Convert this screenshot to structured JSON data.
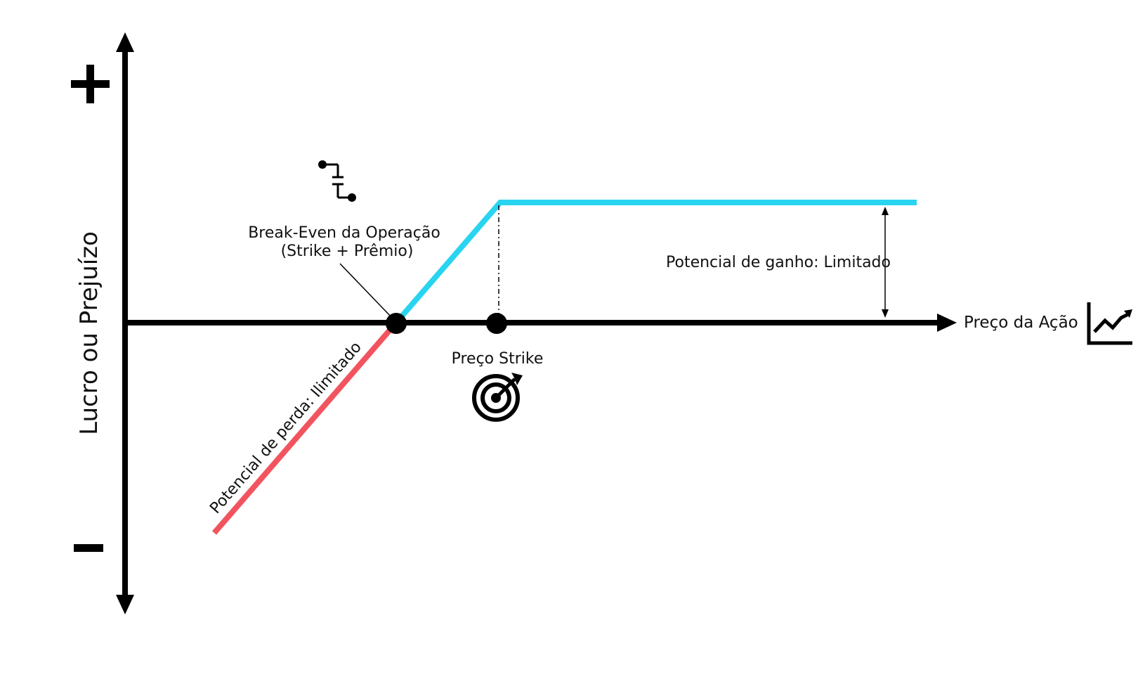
{
  "colors": {
    "axis": "#000000",
    "gain_line": "#29d4f0",
    "loss_line": "#f2545f",
    "text": "#111111",
    "background": "#ffffff"
  },
  "y_axis": {
    "label": "Lucro ou Prejuízo",
    "plus_symbol": "+",
    "minus_symbol": "−"
  },
  "x_axis": {
    "label": "Preço da Ação",
    "icon": "chart-trend-icon"
  },
  "annotations": {
    "break_even_line1": "Break-Even da Operação",
    "break_even_line2": "(Strike + Prêmio)",
    "strike_label": "Preço Strike",
    "gain_potential": "Potencial de ganho: Limitado",
    "loss_potential": "Potencial de perda: Ilimitado"
  },
  "icons": {
    "strategy": "strategy-steps-icon",
    "strike": "target-icon"
  }
}
